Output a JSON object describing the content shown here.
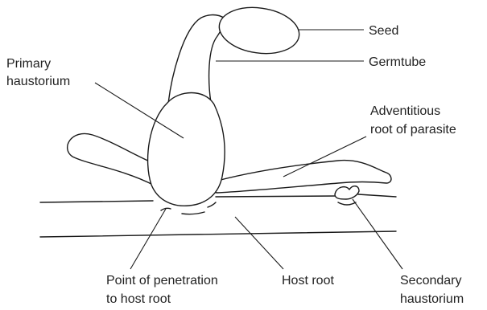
{
  "labels": {
    "seed": "Seed",
    "germtube": "Germtube",
    "primary_haustorium_line1": "Primary",
    "primary_haustorium_line2": "haustorium",
    "adventitious_line1": "Adventitious",
    "adventitious_line2": "root of parasite",
    "penetration_line1": "Point of penetration",
    "penetration_line2": "to host root",
    "host_root": "Host root",
    "secondary_line1": "Secondary",
    "secondary_line2": "haustorium"
  }
}
